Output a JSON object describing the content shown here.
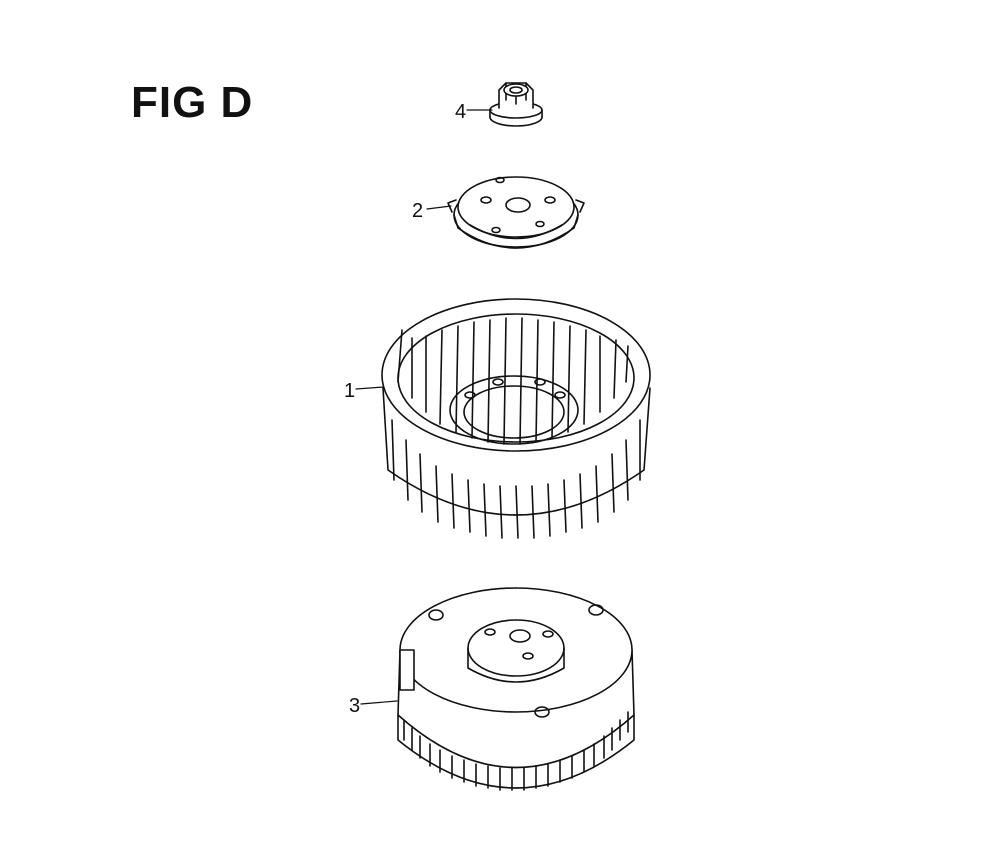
{
  "figure": {
    "title": "FIG D"
  },
  "callouts": [
    {
      "id": "4",
      "label": "4",
      "part": "flange-nut"
    },
    {
      "id": "2",
      "label": "2",
      "part": "starter-pulley"
    },
    {
      "id": "1",
      "label": "1",
      "part": "cooling-fan"
    },
    {
      "id": "3",
      "label": "3",
      "part": "flywheel"
    }
  ]
}
